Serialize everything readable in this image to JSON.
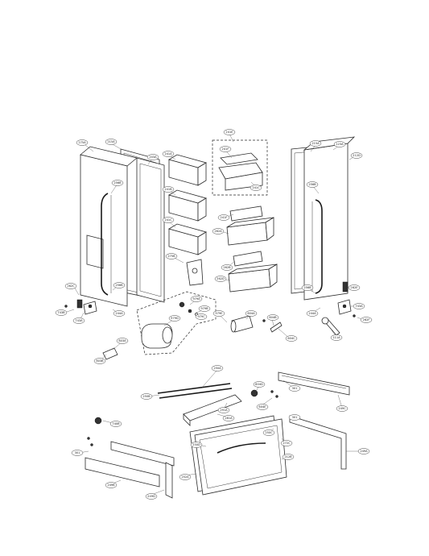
{
  "callouts": {
    "c_275a": "275A",
    "c_123b": "123B",
    "c_215a": "215A",
    "c_203a": "203A",
    "c_256b_a": "256B",
    "c_256b_b": "256B",
    "c_256b_c": "256B",
    "c_256b_d": "256B",
    "c_241a": "241A",
    "c_241c": "241C",
    "c_241b": "241B",
    "c_241f_a": "241F",
    "c_241f_b": "241F",
    "c_241c_b": "241C",
    "c_241e": "241E",
    "c_123a": "123A",
    "c_111a": "111A",
    "c_212d": "212D",
    "c_301_a": "301",
    "c_301_b": "301",
    "c_301_c": "301",
    "c_301_d": "301",
    "c_244a_l": "244A",
    "c_244a_r": "244A",
    "c_262c": "262C",
    "c_262d": "262D",
    "c_262e": "262E",
    "c_262f": "262F",
    "c_743b": "743B",
    "c_743a": "743A",
    "c_262a": "262A",
    "c_262b": "262B",
    "c_275b": "275B",
    "c_979a": "979A",
    "c_979b": "979B",
    "c_979c": "979C",
    "c_979d": "979D",
    "c_979e": "979E",
    "c_803a": "803A",
    "c_803b": "803B",
    "c_604a": "604A",
    "c_604b": "604B",
    "c_604c": "604C",
    "c_604d": "604D",
    "c_604e": "604E",
    "c_250a": "250A",
    "c_250b": "250B",
    "c_281a": "281A",
    "c_291a": "291A",
    "c_740b": "740B",
    "c_301e": "301E",
    "c_301f": "301F",
    "c_249c": "249C",
    "c_249a": "249A",
    "c_249b": "249B",
    "c_249d": "249D",
    "c_249e": "249E",
    "c_249f": "249F",
    "c_250c": "250C",
    "c_250d": "250D",
    "c_252a": "252A",
    "c_272c": "272C",
    "c_212b": "212B"
  }
}
